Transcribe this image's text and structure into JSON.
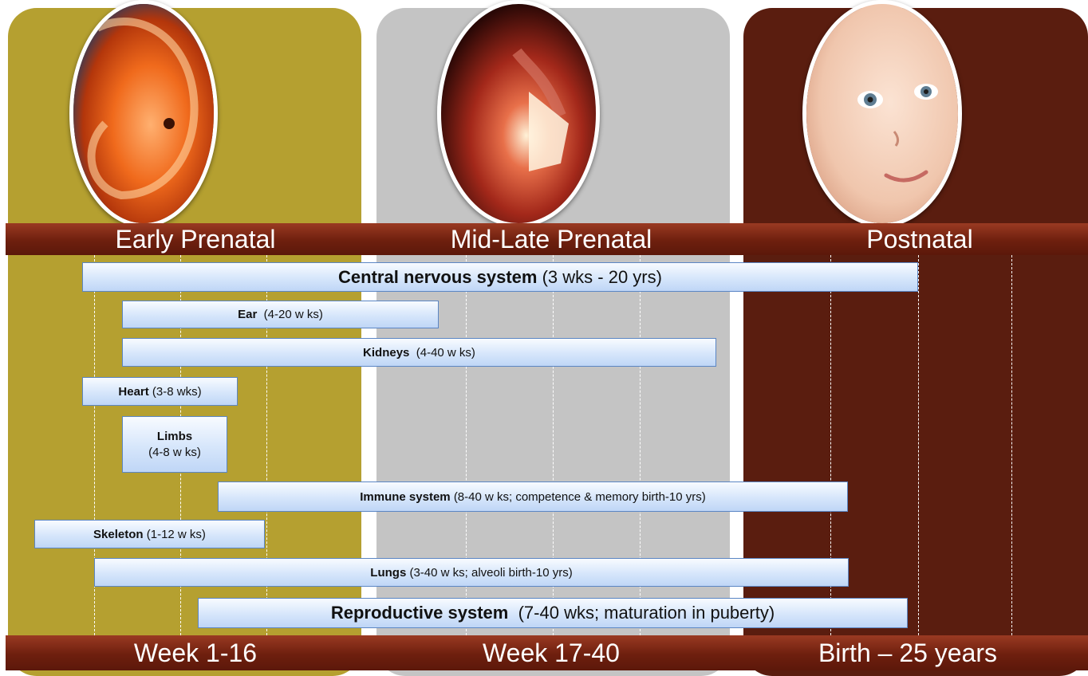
{
  "periods": {
    "early": {
      "title": "Early Prenatal",
      "range": "Week 1-16"
    },
    "mid": {
      "title": "Mid-Late Prenatal",
      "range": "Week 17-40"
    },
    "post": {
      "title": "Postnatal",
      "range": "Birth – 25 years"
    }
  },
  "photos": {
    "early": "embryo-photo",
    "mid": "fetus-photo",
    "post": "baby-photo"
  },
  "systems": [
    {
      "name": "Central nervous system",
      "detail": "(3 wks - 20 yrs)"
    },
    {
      "name": "Ear",
      "detail": "(4-20 w ks)"
    },
    {
      "name": "Kidneys",
      "detail": "(4-40 w ks)"
    },
    {
      "name": "Heart",
      "detail": "(3-8  wks)"
    },
    {
      "name": "Limbs",
      "detail": "(4-8 w ks)"
    },
    {
      "name": "Immune system",
      "detail": "(8-40 w ks; competence & memory  birth-10 yrs)"
    },
    {
      "name": "Skeleton",
      "detail": "(1-12 w ks)"
    },
    {
      "name": "Lungs",
      "detail": "(3-40 w ks; alveoli birth-10 yrs)"
    },
    {
      "name": "Reproductive system",
      "detail": "(7-40 wks; maturation in puberty)"
    }
  ],
  "colors": {
    "early_panel": "#b5a030",
    "mid_panel": "#c4c4c4",
    "post_panel": "#5a1d0f",
    "band": "#7a2410",
    "bar_border": "#5b86c4"
  }
}
